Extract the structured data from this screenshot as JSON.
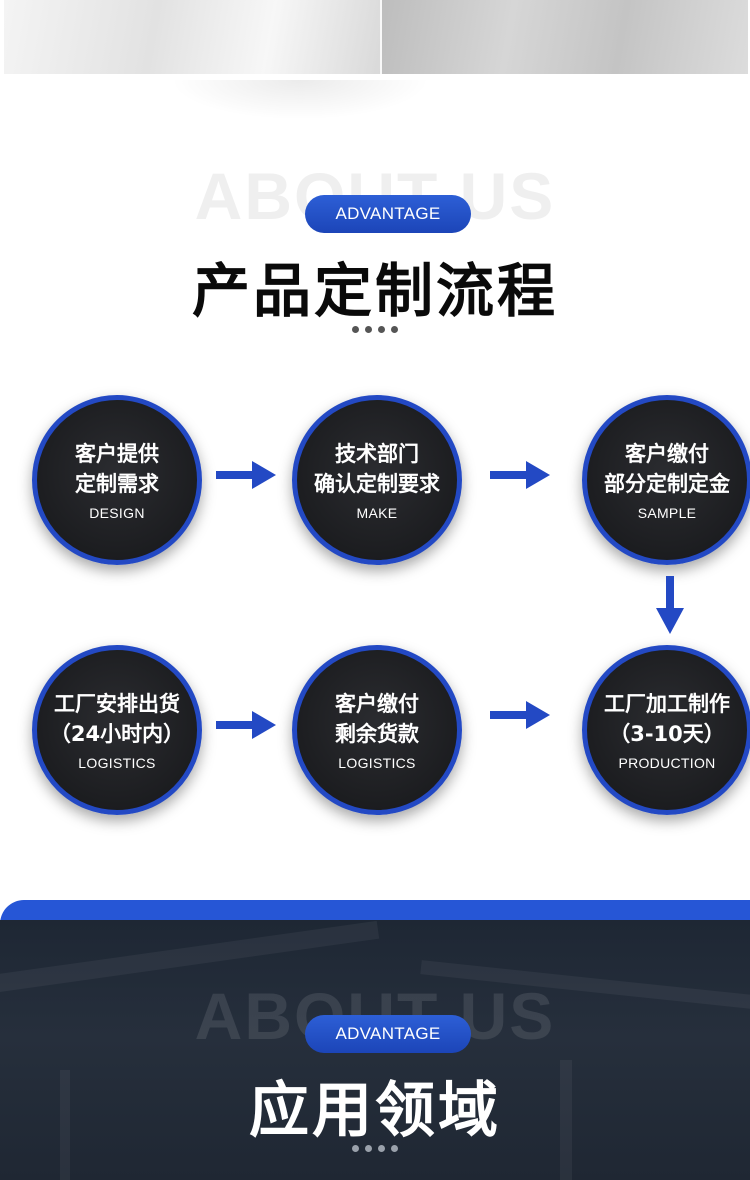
{
  "section1": {
    "bg_word": "ABOUT US",
    "pill": "ADVANTAGE",
    "title": "产品定制流程"
  },
  "steps": [
    {
      "line1": "客户提供",
      "line2": "定制需求",
      "sub": "DESIGN"
    },
    {
      "line1": "技术部门",
      "line2": "确认定制要求",
      "sub": "MAKE"
    },
    {
      "line1": "客户缴付",
      "line2": "部分定制定金",
      "sub": "SAMPLE"
    },
    {
      "line1": "工厂安排出货",
      "line2": "（24小时内）",
      "sub": "LOGISTICS"
    },
    {
      "line1": "客户缴付",
      "line2": "剩余货款",
      "sub": "LOGISTICS"
    },
    {
      "line1": "工厂加工制作",
      "line2": "（3-10天）",
      "sub": "PRODUCTION"
    }
  ],
  "section2": {
    "bg_word": "ABOUT US",
    "pill": "ADVANTAGE",
    "title": "应用领域"
  },
  "colors": {
    "accent_blue": "#2349c4",
    "circle_fill": "#1c1d20",
    "band_dark": "#232c38"
  }
}
